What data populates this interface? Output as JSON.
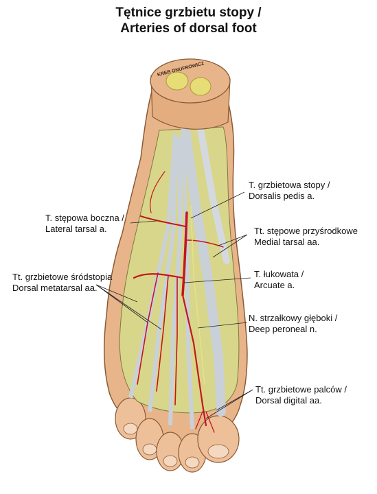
{
  "title": {
    "line1": "Tętnice grzbietu stopy /",
    "line2": "Arteries of dorsal foot"
  },
  "stamp": "KREB ONUFROWICZ",
  "labels": {
    "dorsalis_pedis": {
      "pl": "T. grzbietowa stopy /",
      "en": "Dorsalis pedis a."
    },
    "lateral_tarsal": {
      "pl": "T. stępowa boczna /",
      "en": "Lateral tarsal a."
    },
    "medial_tarsal": {
      "pl": "Tt. stępowe przyśrodkowe",
      "en": "Medial tarsal aa."
    },
    "dorsal_metatarsal": {
      "pl": "Tt. grzbietowe śródstopia",
      "en": "Dorsal metatarsal aa."
    },
    "arcuate": {
      "pl": "T. łukowata /",
      "en": "Arcuate a."
    },
    "deep_peroneal": {
      "pl": "N. strzałkowy głęboki /",
      "en": "Deep peroneal n."
    },
    "dorsal_digital": {
      "pl": "Tt. grzbietowe palców /",
      "en": "Dorsal digital aa."
    }
  },
  "colors": {
    "skin": "#e8b48a",
    "muscle": "#d8d68a",
    "tendon": "#c9d0d8",
    "artery": "#c4161c",
    "cut_bone": "#e7dd76"
  }
}
